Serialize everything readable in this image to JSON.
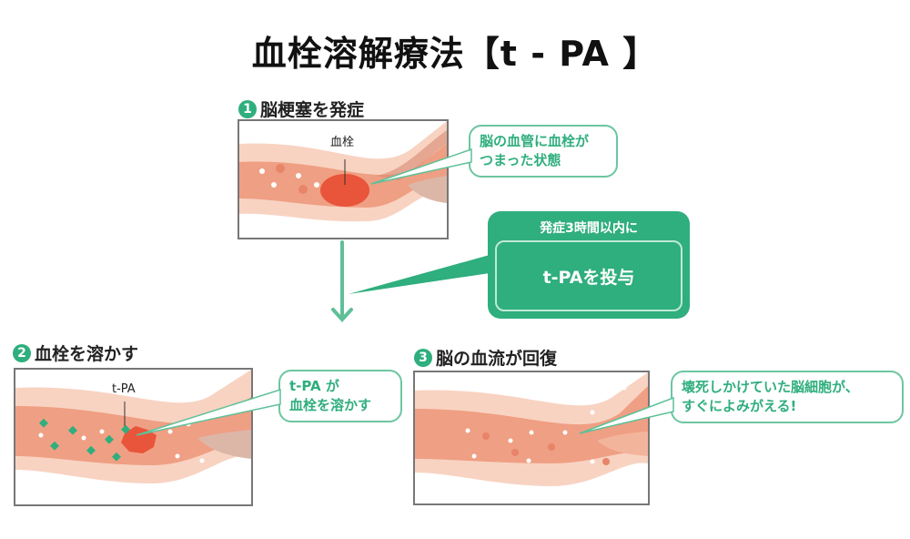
{
  "title": "血栓溶解療法【t - PA 】",
  "colors": {
    "accent_green": "#2fae7e",
    "callout_border": "#6cc6a0",
    "vessel_outer": "#f6c8b4",
    "vessel_inner": "#ef9f83",
    "clot": "#e8553a"
  },
  "steps": [
    {
      "number": "1",
      "label": "脳梗塞を発症",
      "inner_label": "血栓",
      "callout": "脳の血管に血栓が\nつまった状態"
    },
    {
      "number": "2",
      "label": "血栓を溶かす",
      "inner_label": "t-PA",
      "callout": "t-PA が\n血栓を溶かす"
    },
    {
      "number": "3",
      "label": "脳の血流が回復",
      "callout": "壊死しかけていた脳細胞が、\nすぐによみがえる!"
    }
  ],
  "treatment_box": {
    "header": "発症3時間以内に",
    "main": "t-PAを投与"
  }
}
